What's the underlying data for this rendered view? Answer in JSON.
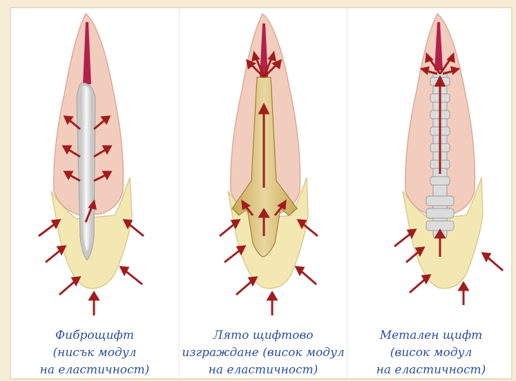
{
  "colors": {
    "arrow": "#a01d1d",
    "crown": "#f2cdbd",
    "root": "#f4e8b2",
    "canal": "#b2204b",
    "post_fiber": "#d7d7d7",
    "post_cast": "#c9a955",
    "post_metal": "#d9d9d9",
    "caption_text": "#2a4ea0",
    "background": "#f7ecd6"
  },
  "panels": [
    {
      "id": "fiber",
      "post_type": "fiber-post",
      "caption_lines": [
        "Фиброщифт",
        "(нисък модул",
        "на еластичност)"
      ]
    },
    {
      "id": "cast",
      "post_type": "cast-post-core",
      "caption_lines": [
        "Лято щифтово",
        "изграждане (висок модул",
        "на еластичност)"
      ]
    },
    {
      "id": "metal",
      "post_type": "metal-post",
      "caption_lines": [
        "Метален щифт",
        "(висок модул",
        "на еластичност)"
      ]
    }
  ]
}
